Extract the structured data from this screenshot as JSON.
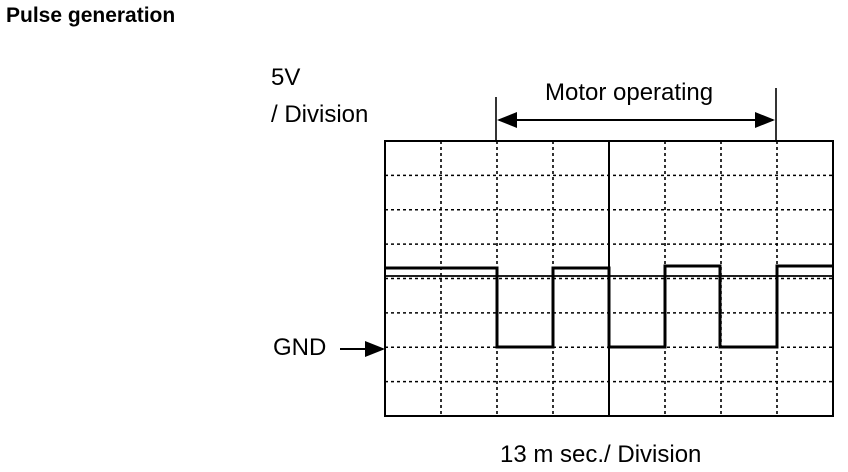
{
  "title": "Pulse generation",
  "vertical_scale": {
    "line1": "5V",
    "line2": "/ Division"
  },
  "motor_label": "Motor operating",
  "gnd_label": "GND",
  "time_scale": "13 m sec./ Division",
  "grid": {
    "columns": 8,
    "rows": 8
  }
}
